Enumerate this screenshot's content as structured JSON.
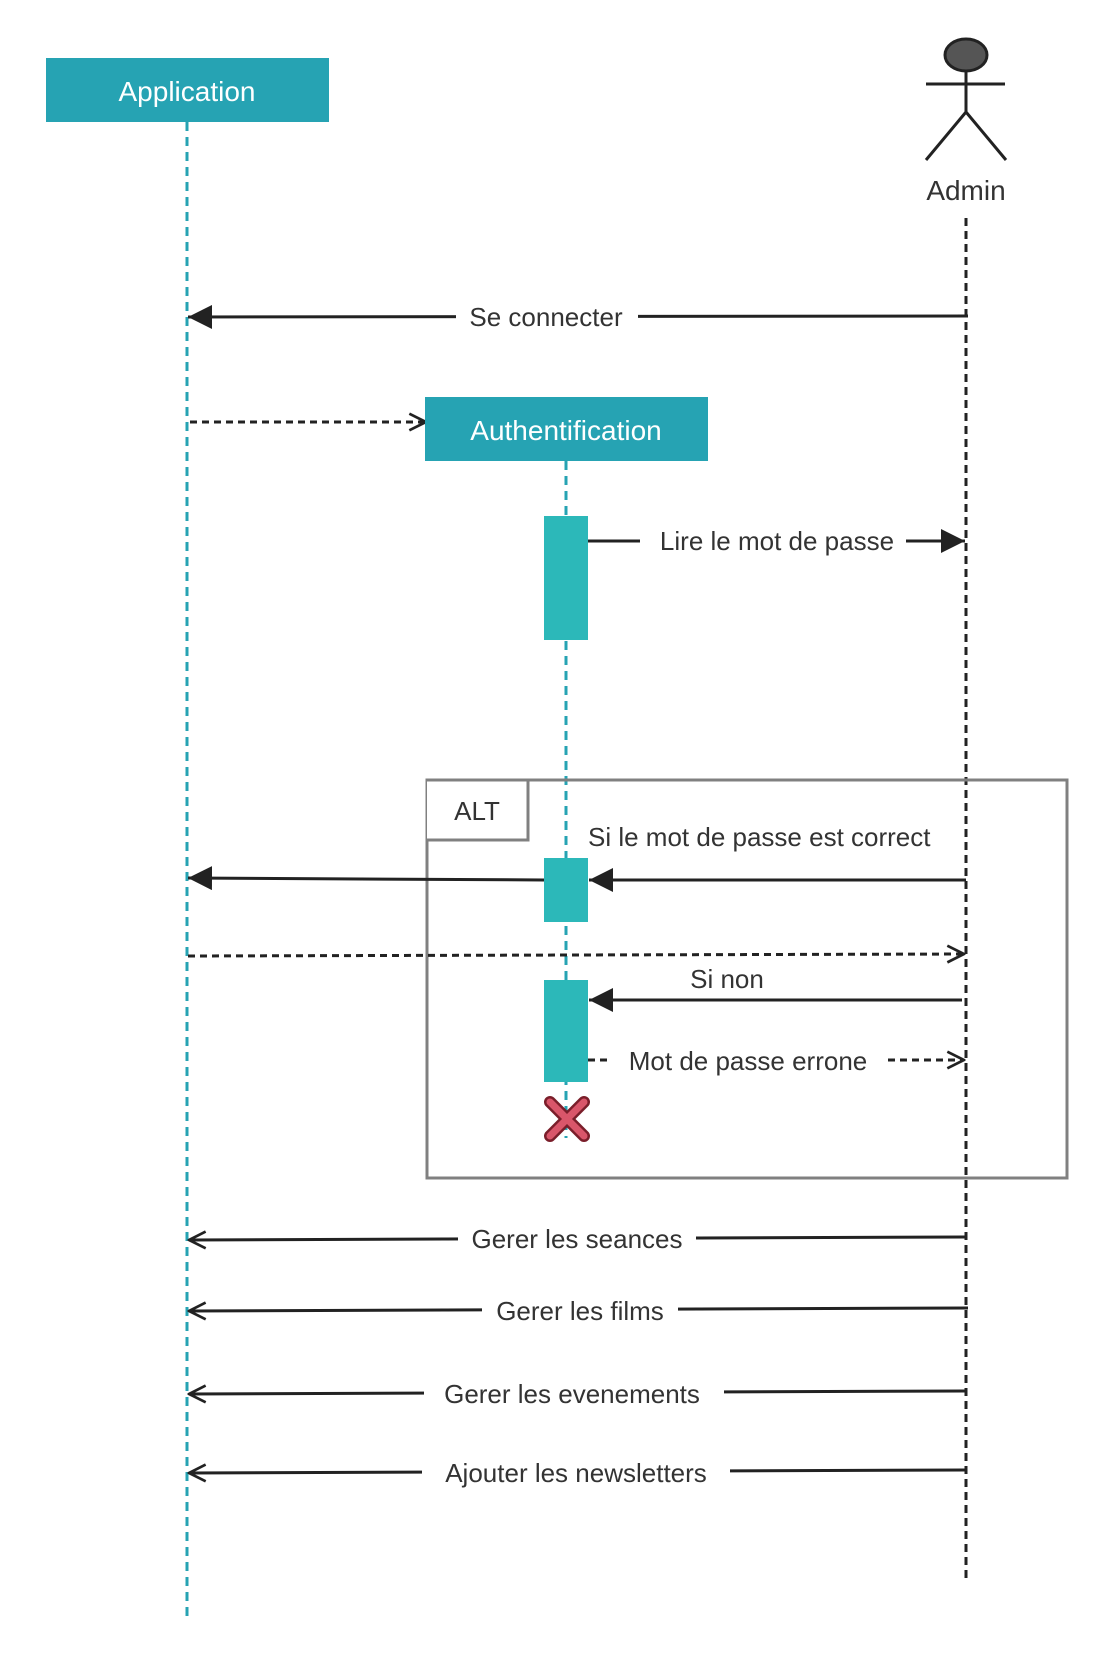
{
  "participants": {
    "application": "Application",
    "authentification": "Authentification",
    "admin": "Admin"
  },
  "fragment": {
    "operator": "ALT",
    "guard_if": "Si le mot de passe est correct",
    "guard_else": "Si non"
  },
  "messages": {
    "se_connecter": "Se connecter",
    "lire_mot_de_passe": "Lire le mot de passe",
    "mot_de_passe_errone": "Mot de passe errone",
    "gerer_seances": "Gerer les seances",
    "gerer_films": "Gerer les films",
    "gerer_evenements": "Gerer les evenements",
    "ajouter_newsletters": "Ajouter les newsletters"
  },
  "colors": {
    "header": "#26a3b3",
    "activation": "#2cb8b9",
    "lifeline": "#26a3b3",
    "arrow": "#222222",
    "frame": "#808080",
    "destroy": "#c8485a",
    "actor_head": "#555555"
  }
}
